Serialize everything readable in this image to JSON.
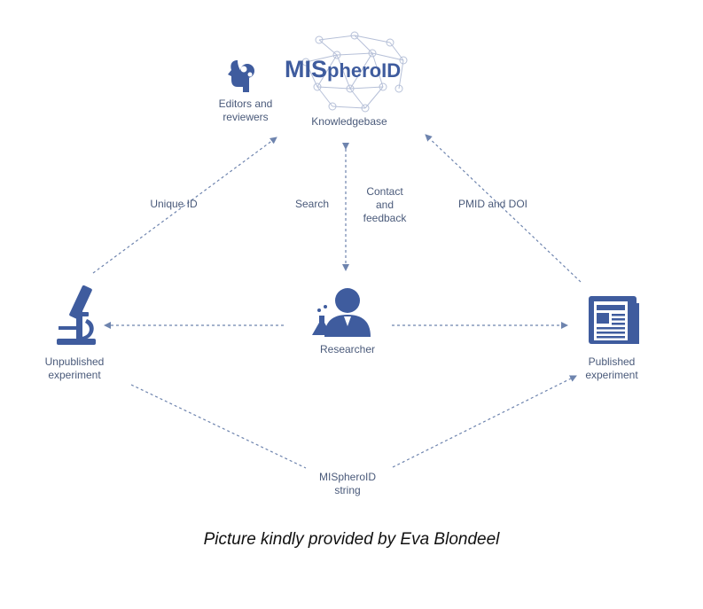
{
  "colors": {
    "icon": "#3f5c9e",
    "text": "#4a5a7a",
    "line": "#6e84ae",
    "network": "#b6c0d8"
  },
  "logo": {
    "part1": "MIS",
    "part2": "pheroID"
  },
  "nodes": {
    "knowledgebase": {
      "label": "Knowledgebase",
      "icon": "network-icon"
    },
    "editors": {
      "label_line1": "Editors and",
      "label_line2": "reviewers",
      "icon": "head-gears-icon"
    },
    "researcher": {
      "label": "Researcher",
      "icon": "researcher-icon"
    },
    "unpublished": {
      "label_line1": "Unpublished",
      "label_line2": "experiment",
      "icon": "microscope-icon"
    },
    "published": {
      "label_line1": "Published",
      "label_line2": "experiment",
      "icon": "newspaper-icon"
    },
    "string": {
      "label_line1": "MISpheroID",
      "label_line2": "string"
    }
  },
  "edges": {
    "unique_id": "Unique ID",
    "search": "Search",
    "contact_line1": "Contact",
    "contact_line2": "and",
    "contact_line3": "feedback",
    "pmid_doi": "PMID and DOI"
  },
  "caption": "Picture kindly provided by Eva Blondeel"
}
